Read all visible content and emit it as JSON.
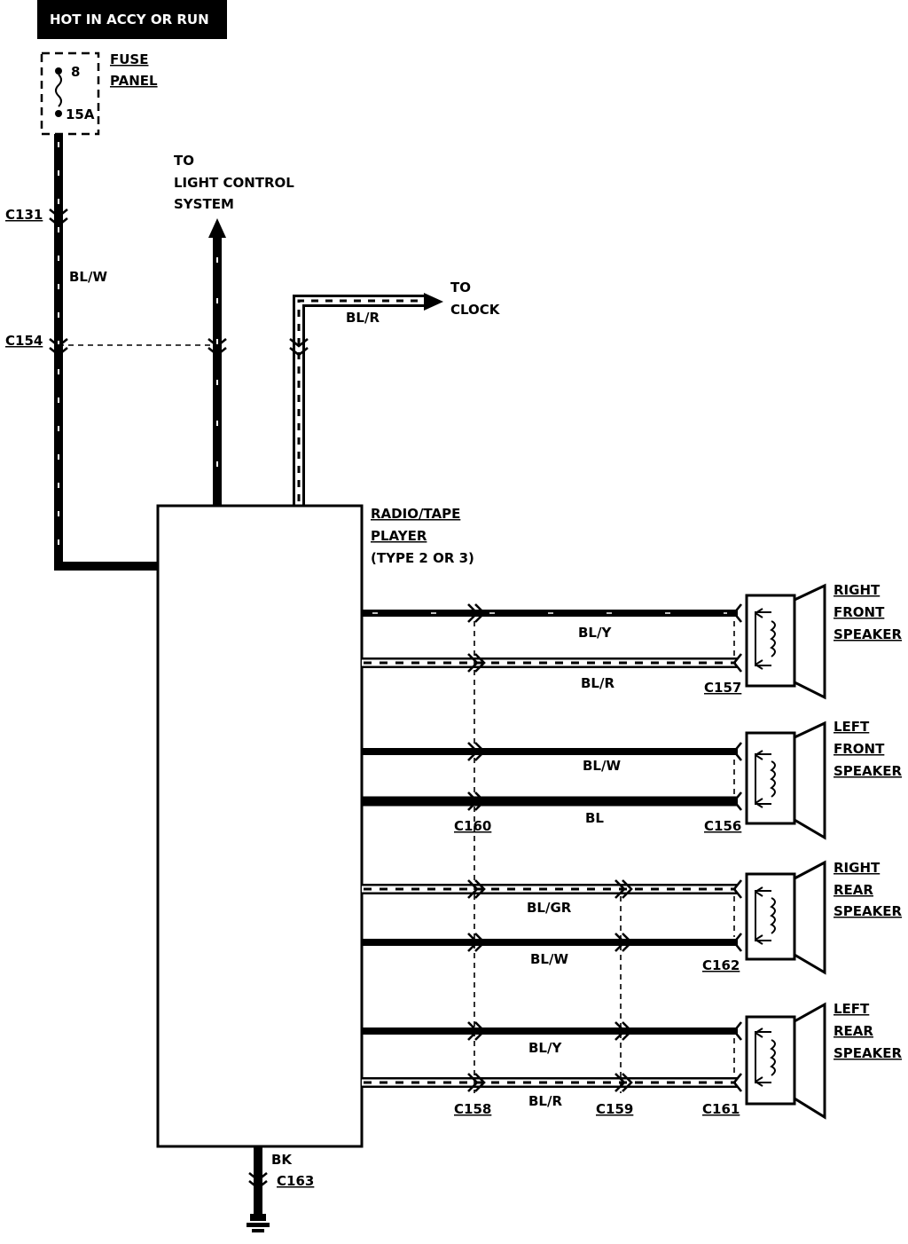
{
  "header": {
    "hot_label": "HOT IN ACCY OR RUN"
  },
  "fuse": {
    "label_line1": "FUSE",
    "label_line2": "PANEL",
    "number": "8",
    "rating": "15A"
  },
  "light_control": {
    "line1": "TO",
    "line2": "LIGHT CONTROL",
    "line3": "SYSTEM"
  },
  "clock": {
    "line1": "TO",
    "line2": "CLOCK",
    "wire_color": "BL/R"
  },
  "radio": {
    "line1": "RADIO/TAPE",
    "line2": "PLAYER",
    "line3": "(TYPE 2 OR 3)"
  },
  "connectors": {
    "c131": "C131",
    "c154": "C154",
    "c157": "C157",
    "c156": "C156",
    "c160": "C160",
    "c162": "C162",
    "c158": "C158",
    "c159": "C159",
    "c161": "C161",
    "c163": "C163"
  },
  "wires": {
    "feed": "BL/W",
    "rf_plus": "BL/Y",
    "rf_minus": "BL/R",
    "lf_plus": "BL/W",
    "lf_minus": "BL",
    "rr_plus": "BL/GR",
    "rr_minus": "BL/W",
    "lr_plus": "BL/Y",
    "lr_minus": "BL/R",
    "ground": "BK"
  },
  "speakers": {
    "right_front": [
      "RIGHT",
      "FRONT",
      "SPEAKER"
    ],
    "left_front": [
      "LEFT",
      "FRONT",
      "SPEAKER"
    ],
    "right_rear": [
      "RIGHT",
      "REAR",
      "SPEAKER"
    ],
    "left_rear": [
      "LEFT",
      "REAR",
      "SPEAKER"
    ]
  }
}
